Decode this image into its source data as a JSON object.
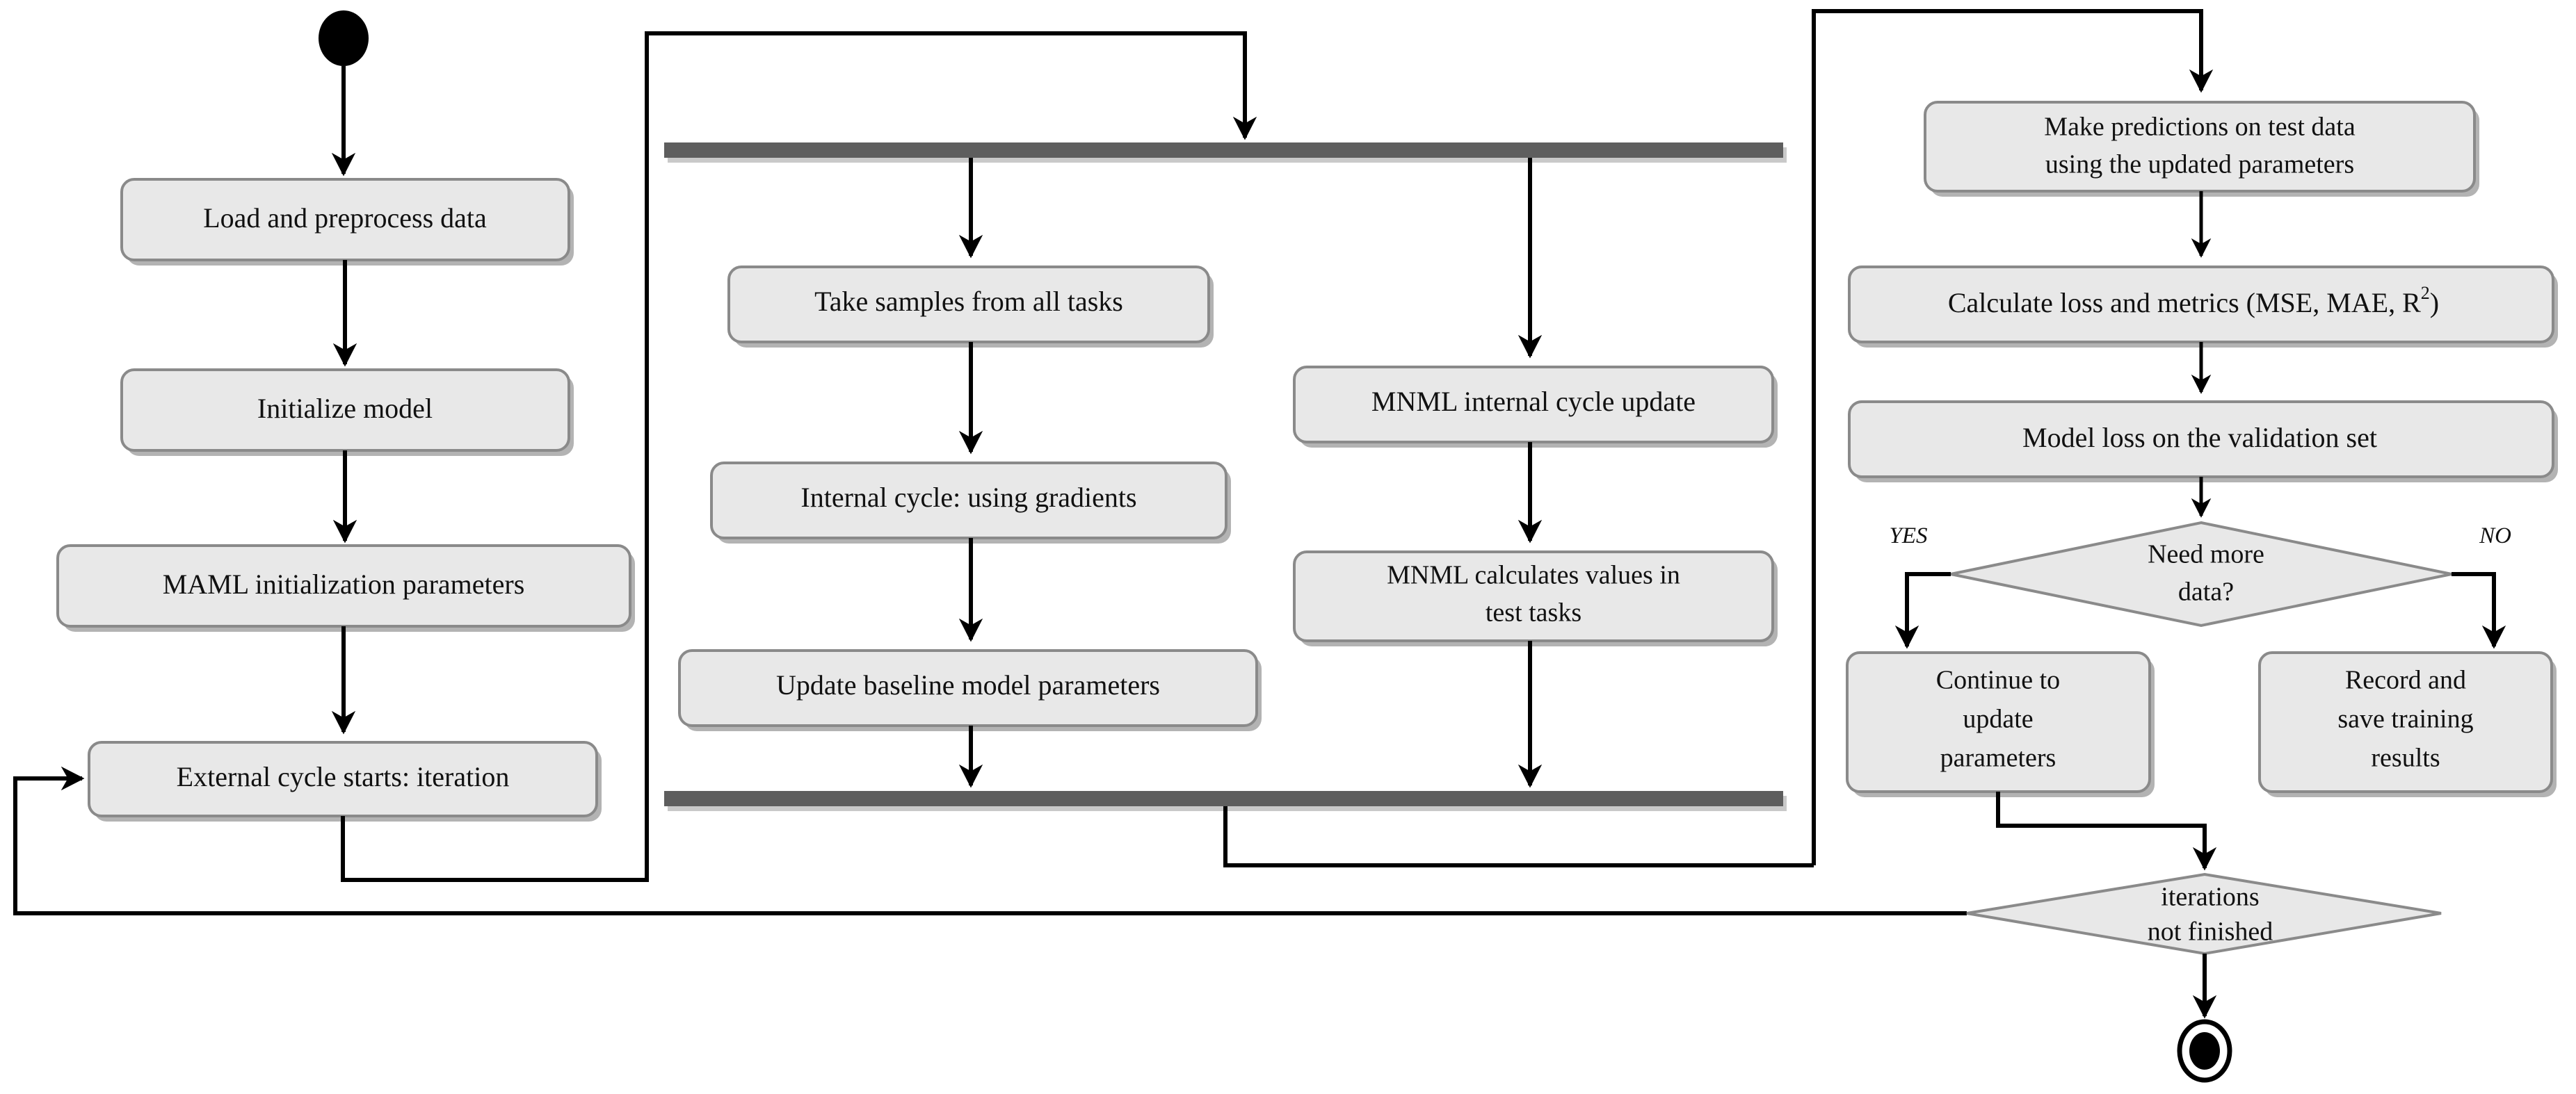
{
  "diagram": {
    "title": "MAML / MNML training activity diagram",
    "colors": {
      "node_fill": "#e8e8e8",
      "node_border": "#8a8a8a",
      "bar": "#5e5e5e",
      "flow": "#000000",
      "text": "#111111",
      "background": "#ffffff"
    },
    "nodes": {
      "start": {
        "kind": "initial-node",
        "label": ""
      },
      "load_preprocess": {
        "label": "Load and preprocess data"
      },
      "initialize_model": {
        "label": "Initialize model"
      },
      "maml_init_params": {
        "label": "MAML  initialization parameters"
      },
      "external_cycle": {
        "label": "External cycle starts: iteration"
      },
      "fork_bar": {
        "kind": "fork-bar",
        "label": ""
      },
      "take_samples": {
        "label": "Take samples from all tasks"
      },
      "internal_cycle_gradients": {
        "label": "Internal cycle: using gradients"
      },
      "update_baseline": {
        "label": "Update baseline model parameters"
      },
      "mnml_internal_update": {
        "label": "MNML internal cycle update"
      },
      "mnml_calc_values_line1": {
        "label": "MNML calculates values in"
      },
      "mnml_calc_values_line2": {
        "label": "test tasks"
      },
      "join_bar": {
        "kind": "join-bar",
        "label": ""
      },
      "make_predictions_line1": {
        "label": "Make predictions on test data"
      },
      "make_predictions_line2": {
        "label": "using the updated parameters"
      },
      "calculate_loss_metrics": {
        "label": "Calculate loss and metrics (MSE, MAE, R"
      },
      "calculate_loss_metrics_sup": {
        "label": "2"
      },
      "calculate_loss_metrics_tail": {
        "label": ")"
      },
      "model_loss_validation": {
        "label": "Model loss on the validation set"
      },
      "need_more_data_line1": {
        "label": "Need more"
      },
      "need_more_data_line2": {
        "label": "data?"
      },
      "continue_update_line1": {
        "label": "Continue to"
      },
      "continue_update_line2": {
        "label": "update"
      },
      "continue_update_line3": {
        "label": "parameters"
      },
      "record_save_line1": {
        "label": "Record and"
      },
      "record_save_line2": {
        "label": "save training"
      },
      "record_save_line3": {
        "label": "results"
      },
      "iterations_not_finished_line1": {
        "label": "iterations"
      },
      "iterations_not_finished_line2": {
        "label": "not finished"
      },
      "final": {
        "kind": "final-node",
        "label": ""
      }
    },
    "edge_labels": {
      "yes": "YES",
      "no": "NO"
    }
  }
}
